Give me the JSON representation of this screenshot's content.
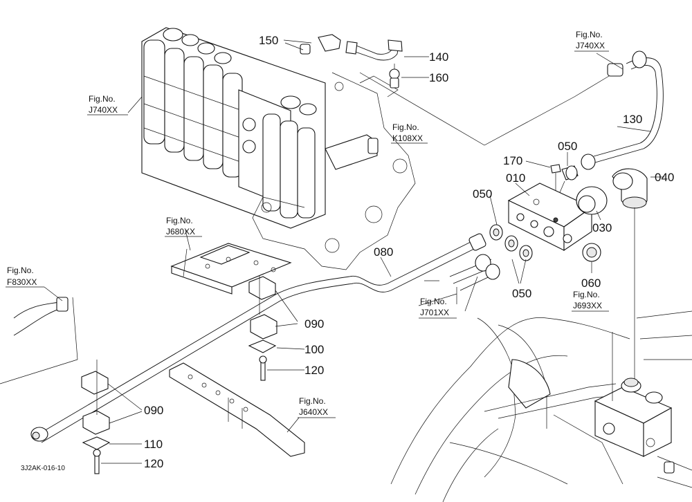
{
  "diagram": {
    "callouts": {
      "p150": "150",
      "p140": "140",
      "p160": "160",
      "p130": "130",
      "p170": "170",
      "p050_top": "050",
      "p010": "010",
      "p040": "040",
      "p050_left": "050",
      "p030": "030",
      "p080": "080",
      "p060": "060",
      "p050_bottom": "050",
      "p090_upper": "090",
      "p100": "100",
      "p120_upper": "120",
      "p090_lower": "090",
      "p110": "110",
      "p120_lower": "120"
    },
    "fig_refs": {
      "fig_label": "Fig.No.",
      "j740_left": "J740XX",
      "j740_right": "J740XX",
      "k108": "K108XX",
      "j680": "J680XX",
      "f830": "F830XX",
      "j701": "J701XX",
      "j693": "J693XX",
      "j640": "J640XX"
    },
    "drawing_code": "3J2AK-016-10"
  }
}
